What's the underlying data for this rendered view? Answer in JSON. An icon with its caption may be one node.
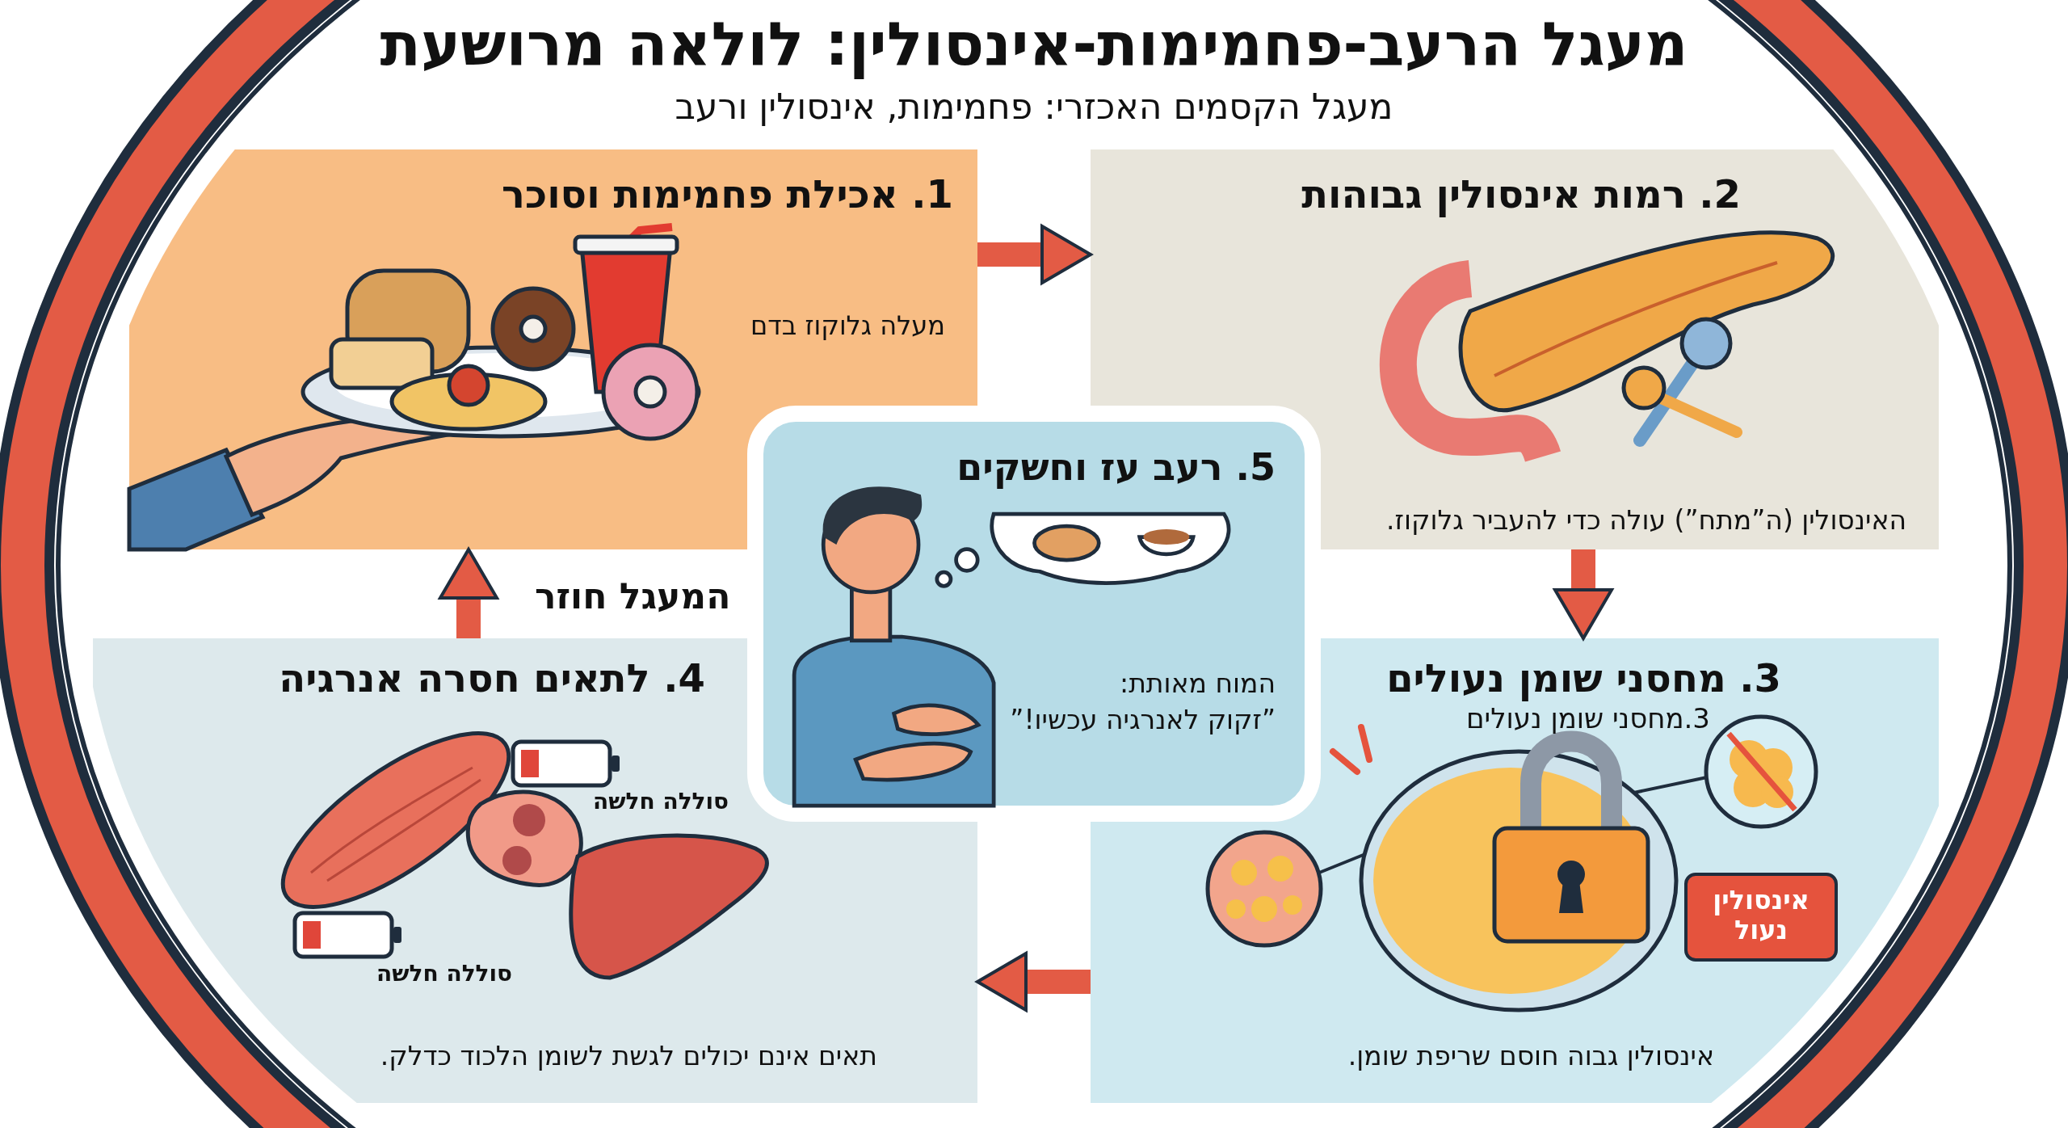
{
  "diagram": {
    "title": "מעגל הרעב-פחמימות-אינסולין: לולאה מרושעת",
    "nodes": [
      {
        "text": [
          "1. אכילת פחמימות וסוכר",
          "מעלה גלוקוז בדם"
        ]
      },
      {
        "text": [
          "2. רמות אינסולין גבוהות",
          "האינסולין (ה”מתח”) עולה כדי להעביר גלוקוז."
        ]
      },
      {
        "text": [
          "3. מחסני שומן נעולים",
          "3.מחסני שומן נעולים",
          "אינסולין גבוה חוסם שריפת שומן."
        ]
      },
      {
        "text": [
          "אינסולין נעול"
        ],
        "in": 2
      },
      {
        "text": [
          "4. לתאים חסרה אנרגיה",
          "תאים אינם יכולים לגשת לשומן הלכוד כדלק."
        ]
      },
      {
        "text": [
          "5. רעב עז וחשקים",
          "המוח מאותת:",
          "”זקוק לאנרגיה עכשיו!”"
        ]
      }
    ],
    "edges": [
      {
        "from": 0,
        "to": 1,
        "arrow": "to"
      },
      {
        "from": 1,
        "to": 2,
        "arrow": "to"
      },
      {
        "from": 2,
        "to": 4,
        "arrow": "to"
      },
      {
        "from": 4,
        "to": 0,
        "arrow": "to",
        "label": "המעגל חוזר"
      }
    ],
    "labels": [
      "מעגל הקסמים האכזרי: פחמימות, אינסולין ורעב",
      "סוללה חלשה",
      "סוללה חלשה"
    ]
  }
}
